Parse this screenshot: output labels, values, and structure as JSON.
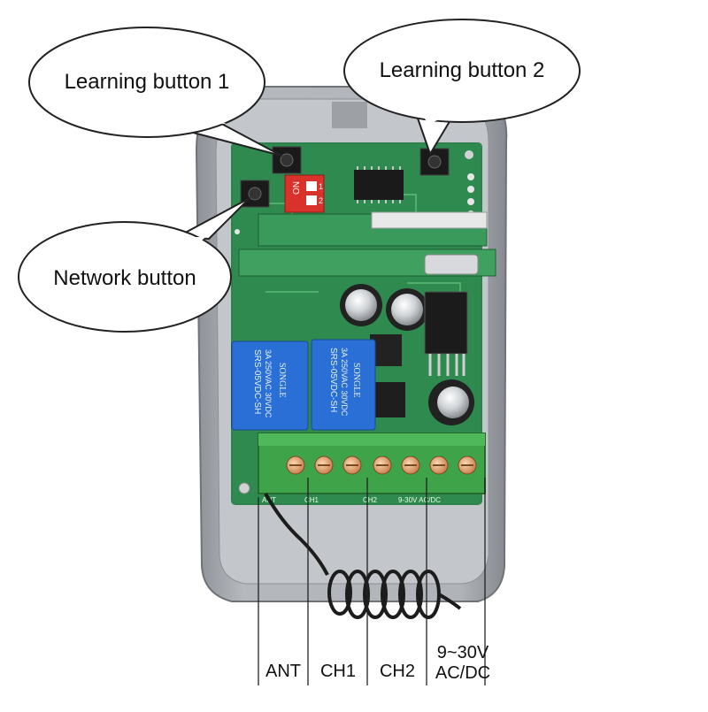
{
  "callouts": {
    "learning1": "Learning button 1",
    "learning2": "Learning button 2",
    "network": "Network button"
  },
  "terminal_labels": {
    "ant": "ANT",
    "ch1": "CH1",
    "ch2": "CH2",
    "power_line1": "9~30V",
    "power_line2": "AC/DC"
  },
  "board_markings": {
    "dip_on": "ON",
    "dip_1": "1",
    "dip_2": "2",
    "relay_text_a": "3A 250VAC 30VDC",
    "relay_text_b": "SRS-05VDC-SH",
    "relay_brand": "SONGLE",
    "term_ant": "ANT",
    "term_ch1": "CH1",
    "term_ch2": "CH2",
    "term_power": "9-30V AC/DC"
  },
  "colors": {
    "pcb": "#2f8a4f",
    "relay": "#2a6fd6",
    "terminal": "#3fa34a",
    "housing": "#a9adb3",
    "dip": "#d9322b"
  }
}
